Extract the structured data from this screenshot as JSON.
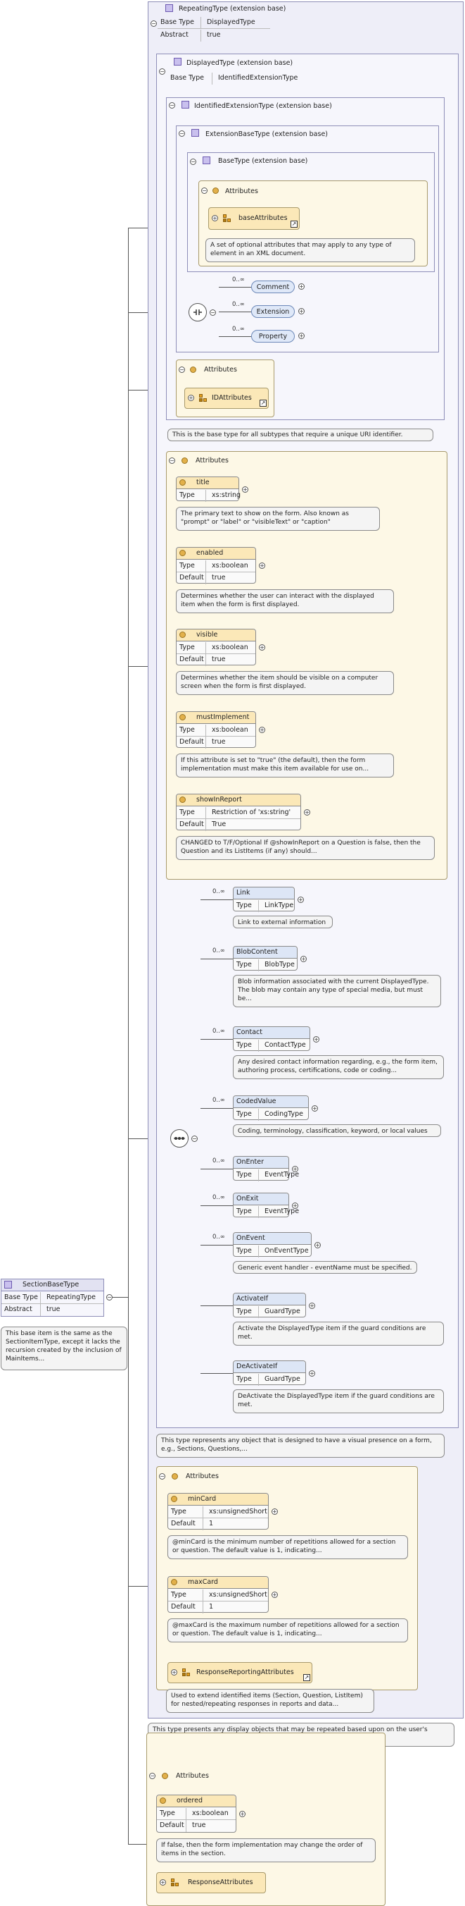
{
  "repeating_type": {
    "title": "RepeatingType (extension base)",
    "rows": [
      {
        "key": "Base Type",
        "value": "DisplayedType"
      },
      {
        "key": "Abstract",
        "value": "true"
      }
    ],
    "documentation": "This type presents any display objects that may be repeated based upon on the user's interaction with the form objects..."
  },
  "displayed_type": {
    "title": "DisplayedType (extension base)",
    "rows": [
      {
        "key": "Base Type",
        "value": "IdentifiedExtensionType"
      }
    ],
    "documentation": "This type represents any object that is designed to have a visual presence on a form, e.g., Sections, Questions,..."
  },
  "identified_extension_type": {
    "title": "IdentifiedExtensionType (extension base)",
    "documentation": "This is the base type for all subtypes that require a unique URI identifier."
  },
  "extension_base_type": {
    "title": "ExtensionBaseType (extension base)"
  },
  "base_type": {
    "title": "BaseType (extension base)",
    "attributes_label": "Attributes",
    "group": "baseAttributes",
    "group_doc": "A set of optional attributes that may apply to any type of element in an XML document."
  },
  "extension_choice": [
    {
      "occ": "0..∞",
      "name": "Comment"
    },
    {
      "occ": "0..∞",
      "name": "Extension"
    },
    {
      "occ": "0..∞",
      "name": "Property"
    }
  ],
  "id_attributes": {
    "label": "Attributes",
    "group": "IDAttributes"
  },
  "displayed_attributes": {
    "label": "Attributes",
    "items": [
      {
        "name": "title",
        "rows": [
          {
            "key": "Type",
            "value": "xs:string"
          }
        ],
        "doc": "The primary text to show on the form. Also known as \"prompt\" or \"label\" or \"visibleText\" or \"caption\""
      },
      {
        "name": "enabled",
        "rows": [
          {
            "key": "Type",
            "value": "xs:boolean"
          },
          {
            "key": "Default",
            "value": "true"
          }
        ],
        "doc": "Determines whether the user can interact with the displayed item when the form is first displayed."
      },
      {
        "name": "visible",
        "rows": [
          {
            "key": "Type",
            "value": "xs:boolean"
          },
          {
            "key": "Default",
            "value": "true"
          }
        ],
        "doc": "Determines whether the item should be visible on a computer screen when the form is first displayed."
      },
      {
        "name": "mustImplement",
        "rows": [
          {
            "key": "Type",
            "value": "xs:boolean"
          },
          {
            "key": "Default",
            "value": "true"
          }
        ],
        "doc": "If this attribute is set to \"true\" (the default), then the form implementation must make this item available for use on..."
      },
      {
        "name": "showInReport",
        "rows": [
          {
            "key": "Type",
            "value": "Restriction of 'xs:string'"
          },
          {
            "key": "Default",
            "value": "True"
          }
        ],
        "doc": "CHANGED to T/F/Optional If @showInReport on a Question is false, then the Question and its ListItems (if any) should..."
      }
    ]
  },
  "displayed_elements": [
    {
      "occ": "0..∞",
      "name": "Link",
      "type": "LinkType",
      "doc": "Link to external information"
    },
    {
      "occ": "0..∞",
      "name": "BlobContent",
      "type": "BlobType",
      "doc": "Blob information associated with the current DisplayedType. The blob may contain any type of special media, but must be..."
    },
    {
      "occ": "0..∞",
      "name": "Contact",
      "type": "ContactType",
      "doc": "Any desired contact information regarding, e.g., the form item, authoring process, certifications, code or coding..."
    },
    {
      "occ": "0..∞",
      "name": "CodedValue",
      "type": "CodingType",
      "doc": "Coding, terminology, classification, keyword, or local values"
    },
    {
      "occ": "0..∞",
      "name": "OnEnter",
      "type": "EventType",
      "doc": ""
    },
    {
      "occ": "0..∞",
      "name": "OnExit",
      "type": "EventType",
      "doc": ""
    },
    {
      "occ": "0..∞",
      "name": "OnEvent",
      "type": "OnEventType",
      "doc": "Generic event handler - eventName must be specified."
    },
    {
      "occ": "",
      "name": "ActivateIf",
      "type": "GuardType",
      "doc": "Activate the DisplayedType item if the guard conditions are met."
    },
    {
      "occ": "",
      "name": "DeActivateIf",
      "type": "GuardType",
      "doc": "DeActivate the DisplayedType item if the guard conditions are met."
    }
  ],
  "repeating_attributes": {
    "label": "Attributes",
    "items": [
      {
        "name": "minCard",
        "rows": [
          {
            "key": "Type",
            "value": "xs:unsignedShort"
          },
          {
            "key": "Default",
            "value": "1"
          }
        ],
        "doc": "@minCard is the minimum number of repetitions allowed for a section or question. The default value is 1, indicating..."
      },
      {
        "name": "maxCard",
        "rows": [
          {
            "key": "Type",
            "value": "xs:unsignedShort"
          },
          {
            "key": "Default",
            "value": "1"
          }
        ],
        "doc": "@maxCard is the maximum number of repetitions allowed for a section or question. The default value is 1, indicating..."
      }
    ],
    "group": "ResponseReportingAttributes",
    "group_doc": "Used to extend identified items (Section, Question, ListItem) for nested/repeating responses in reports and data..."
  },
  "section_base_type": {
    "title": "SectionBaseType",
    "rows": [
      {
        "key": "Base Type",
        "value": "RepeatingType"
      },
      {
        "key": "Abstract",
        "value": "true"
      }
    ],
    "documentation": "This base item is the same as the SectionItemType, except it lacks the recursion created by the inclusion of MainItems..."
  },
  "section_attributes": {
    "label": "Attributes",
    "item": {
      "name": "ordered",
      "rows": [
        {
          "key": "Type",
          "value": "xs:boolean"
        },
        {
          "key": "Default",
          "value": "true"
        }
      ],
      "doc": "If false, then the form implementation may change the order of items in the section."
    },
    "group": "ResponseAttributes"
  }
}
